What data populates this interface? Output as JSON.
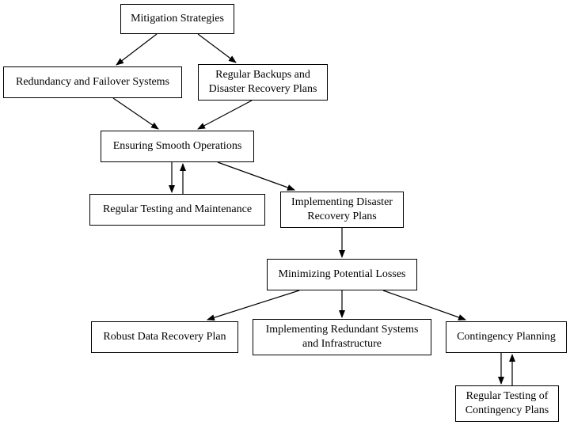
{
  "nodes": {
    "mitigation": "Mitigation Strategies",
    "redundancy": "Redundancy and Failover Systems",
    "backups": "Regular Backups and\nDisaster Recovery Plans",
    "smooth": "Ensuring Smooth Operations",
    "testing": "Regular Testing and Maintenance",
    "implementing_dr": "Implementing Disaster\nRecovery Plans",
    "minimizing": "Minimizing Potential Losses",
    "robust": "Robust Data Recovery Plan",
    "redundant_systems": "Implementing Redundant Systems\nand Infrastructure",
    "contingency": "Contingency Planning",
    "testing_contingency": "Regular Testing of\nContingency Plans"
  },
  "edges": [
    {
      "from": "mitigation",
      "to": "redundancy"
    },
    {
      "from": "mitigation",
      "to": "backups"
    },
    {
      "from": "redundancy",
      "to": "smooth"
    },
    {
      "from": "backups",
      "to": "smooth"
    },
    {
      "from": "smooth",
      "to": "testing"
    },
    {
      "from": "testing",
      "to": "smooth"
    },
    {
      "from": "smooth",
      "to": "implementing_dr"
    },
    {
      "from": "implementing_dr",
      "to": "minimizing"
    },
    {
      "from": "minimizing",
      "to": "robust"
    },
    {
      "from": "minimizing",
      "to": "redundant_systems"
    },
    {
      "from": "minimizing",
      "to": "contingency"
    },
    {
      "from": "contingency",
      "to": "testing_contingency"
    },
    {
      "from": "testing_contingency",
      "to": "contingency"
    }
  ]
}
